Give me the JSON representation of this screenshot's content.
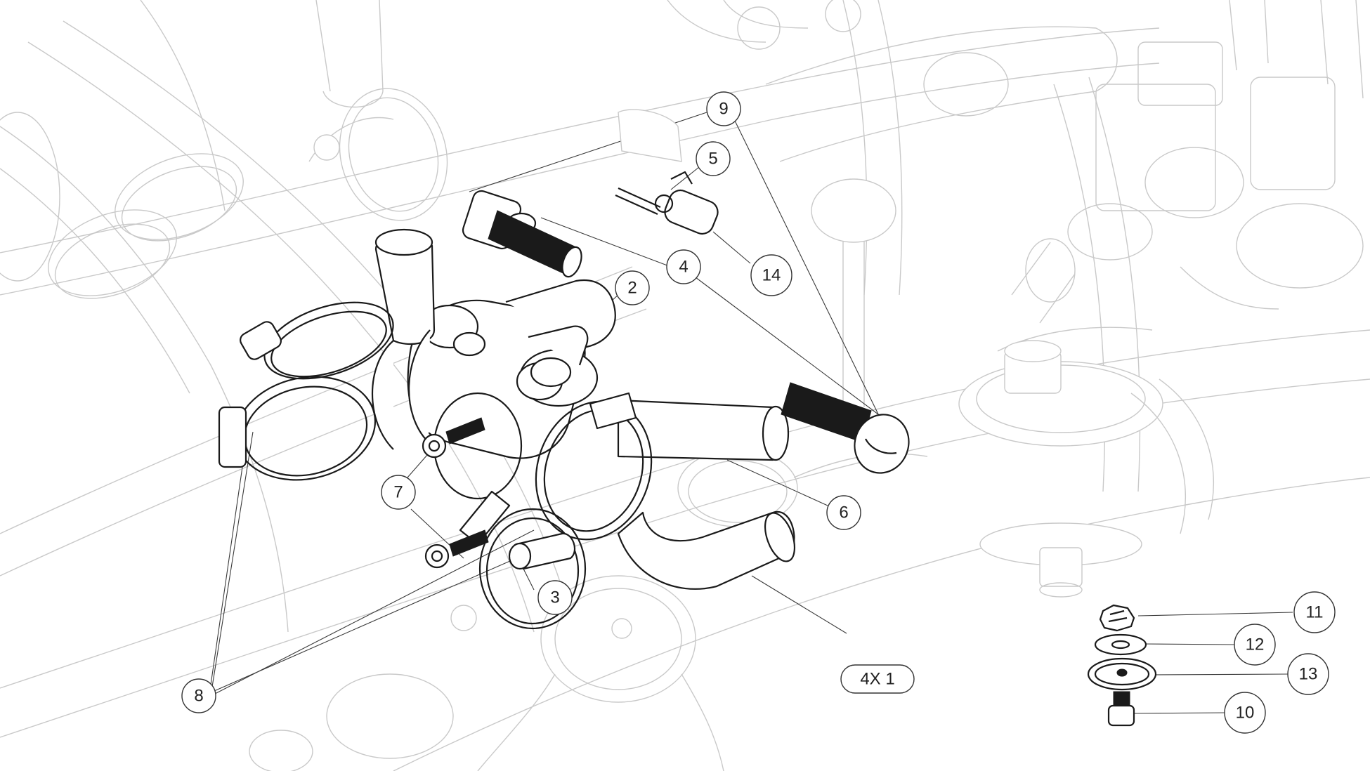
{
  "callouts": {
    "c9": "9",
    "c5": "5",
    "c4": "4",
    "c14": "14",
    "c2": "2",
    "c7": "7",
    "c6": "6",
    "c3": "3",
    "c8": "8",
    "c1": "4X 1",
    "c11": "11",
    "c12": "12",
    "c13": "13",
    "c10": "10"
  },
  "colors": {
    "part_line": "#1a1a1a",
    "background_line": "#c9c9c9",
    "leader_line": "#3a3a3a"
  }
}
